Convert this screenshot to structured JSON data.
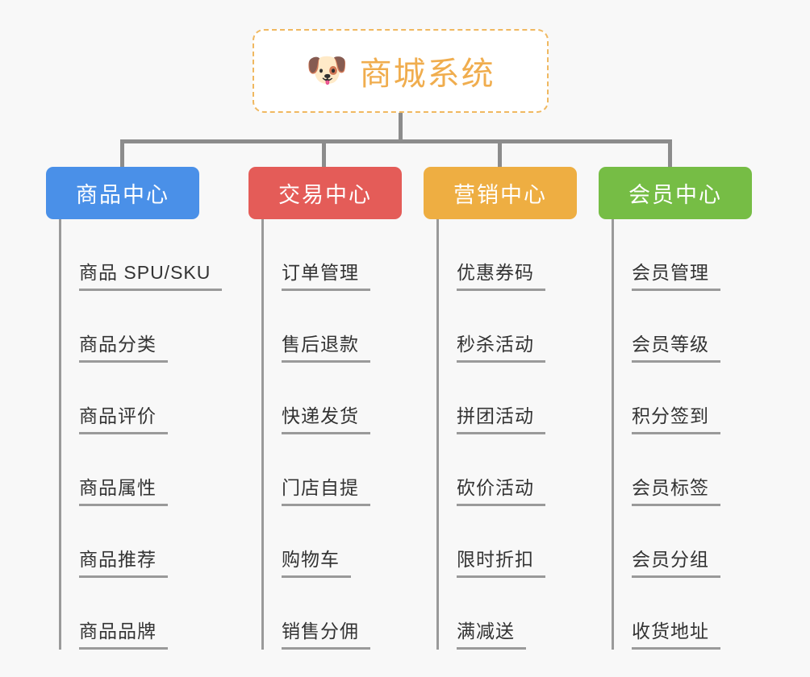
{
  "page": {
    "background_color": "#f8f8f8",
    "connector_color": "#8c8c8c"
  },
  "root": {
    "icon": "dog-face-emoji",
    "icon_glyph": "🐶",
    "title": "商城系统",
    "text_color": "#f0ad4e",
    "border_color": "#f0b860",
    "background_color": "#ffffff"
  },
  "columns": [
    {
      "title": "商品中心",
      "color": "#4a90e8",
      "items": [
        {
          "label": "商品 SPU/SKU"
        },
        {
          "label": "商品分类"
        },
        {
          "label": "商品评价"
        },
        {
          "label": "商品属性"
        },
        {
          "label": "商品推荐"
        },
        {
          "label": "商品品牌"
        }
      ]
    },
    {
      "title": "交易中心",
      "color": "#e45c58",
      "items": [
        {
          "label": "订单管理"
        },
        {
          "label": "售后退款"
        },
        {
          "label": "快递发货"
        },
        {
          "label": "门店自提"
        },
        {
          "label": "购物车"
        },
        {
          "label": "销售分佣"
        }
      ]
    },
    {
      "title": "营销中心",
      "color": "#eeae42",
      "items": [
        {
          "label": "优惠券码"
        },
        {
          "label": "秒杀活动"
        },
        {
          "label": "拼团活动"
        },
        {
          "label": "砍价活动"
        },
        {
          "label": "限时折扣"
        },
        {
          "label": "满减送"
        }
      ]
    },
    {
      "title": "会员中心",
      "color": "#76bd45",
      "items": [
        {
          "label": "会员管理"
        },
        {
          "label": "会员等级"
        },
        {
          "label": "积分签到"
        },
        {
          "label": "会员标签"
        },
        {
          "label": "会员分组"
        },
        {
          "label": "收货地址"
        }
      ]
    }
  ]
}
